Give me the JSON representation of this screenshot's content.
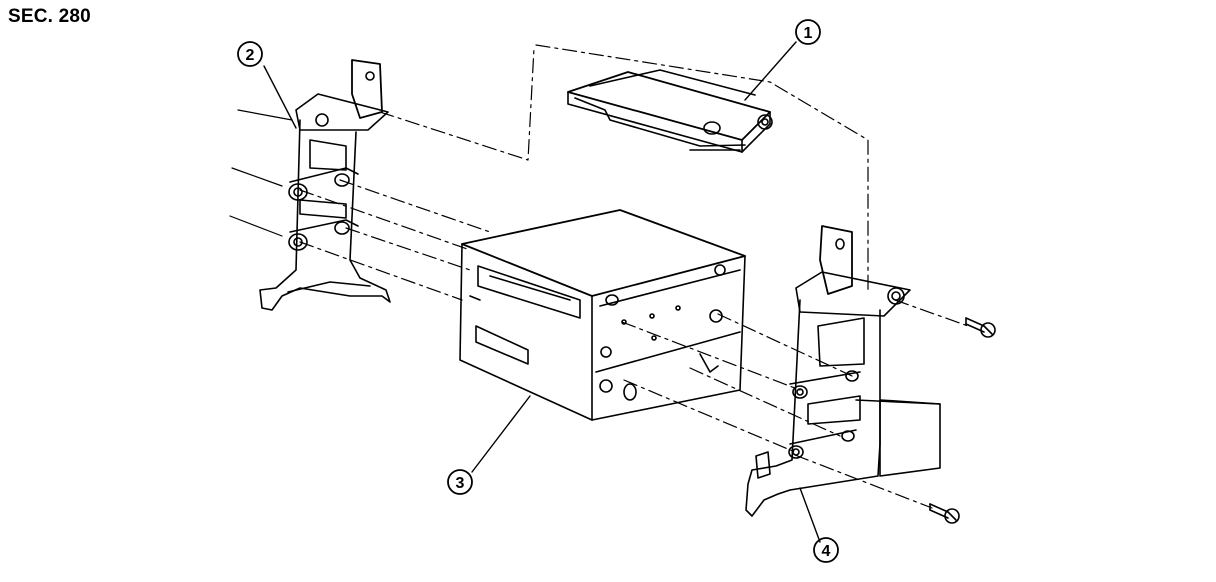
{
  "header": {
    "section": "SEC. 280"
  },
  "callouts": [
    {
      "id": "1",
      "label": "①",
      "number": "1"
    },
    {
      "id": "2",
      "label": "②",
      "number": "2"
    },
    {
      "id": "3",
      "label": "③",
      "number": "3"
    },
    {
      "id": "4",
      "label": "④",
      "number": "4"
    }
  ],
  "colors": {
    "line": "#000000",
    "background": "#ffffff"
  }
}
